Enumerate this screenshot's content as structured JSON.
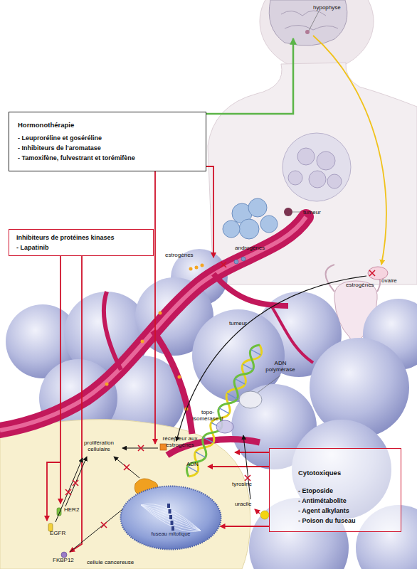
{
  "diagram": {
    "nodes": [
      {
        "text": [
          "Hormonothérapie",
          "- Leuproréline et goséréline",
          "- Inhibiteurs de l'aromatase",
          "- Tamoxifène, fulvestrant et torémifène"
        ]
      },
      {
        "text": [
          "Inhibiteurs de protéines kinases",
          "- Lapatinib"
        ]
      },
      {
        "text": [
          "Cytotoxiques",
          "- Etoposide",
          "- Antimétabolite",
          "- Agent alkylants",
          "- Poison du fuseau"
        ]
      },
      {
        "text": [
          "fuseau mitotique"
        ]
      }
    ],
    "edges": [
      {
        "from": 2,
        "to": 3,
        "arrow": "to"
      }
    ],
    "labels": [
      "hypophyse",
      "tumeur",
      "estrogènes",
      "androgènes",
      "ovaire",
      "estrogènes",
      "tumeur",
      "ADN polymérase",
      "topo-isomérase II",
      "récepteur aux estrogènes",
      "prolifération cellulaire",
      "ADN",
      "tyrosine",
      "uracile",
      "HER2",
      "EGFR",
      "FKBP12",
      "cellule cancereuse"
    ]
  }
}
